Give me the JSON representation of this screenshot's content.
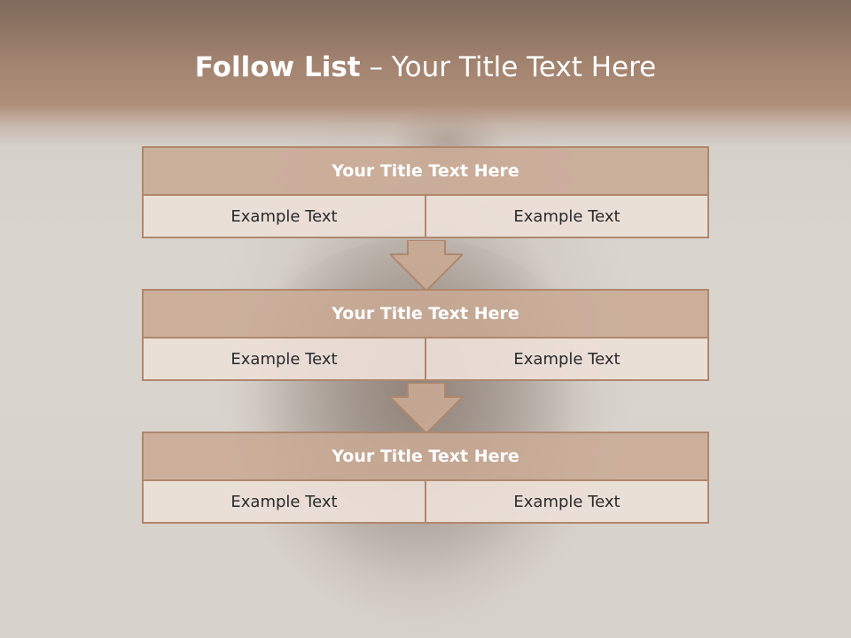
{
  "slide": {
    "title_bold": "Follow List",
    "title_rest": " – Your Title Text Here"
  },
  "steps": [
    {
      "title": "Your Title Text Here",
      "left": "Example Text",
      "right": "Example Text"
    },
    {
      "title": "Your Title Text Here",
      "left": "Example Text",
      "right": "Example Text"
    },
    {
      "title": "Your Title Text Here",
      "left": "Example Text",
      "right": "Example Text"
    }
  ],
  "colors": {
    "header": "#a38470",
    "block_title_fill": "#c8aa94",
    "block_border": "#b0876c",
    "cell_fill": "#ece0d8"
  }
}
